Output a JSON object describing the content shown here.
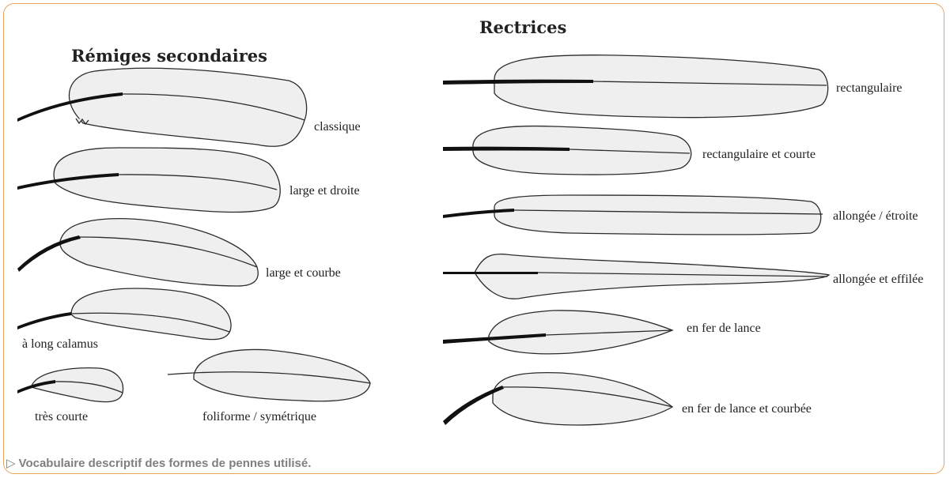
{
  "headings": {
    "left": "Rémiges secondaires",
    "right": "Rectrices"
  },
  "remiges": [
    {
      "label": "classique",
      "icon": "feather-classic-icon"
    },
    {
      "label": "large et droite",
      "icon": "feather-broad-straight-icon"
    },
    {
      "label": "large et courbe",
      "icon": "feather-broad-curved-icon"
    },
    {
      "label": "à long calamus",
      "icon": "feather-long-calamus-icon"
    },
    {
      "label": "très courte",
      "icon": "feather-very-short-icon"
    },
    {
      "label": "foliforme / symétrique",
      "icon": "feather-leaf-shaped-icon"
    }
  ],
  "rectrices": [
    {
      "label": "rectangulaire",
      "icon": "feather-rectangular-icon"
    },
    {
      "label": "rectangulaire et courte",
      "icon": "feather-rectangular-short-icon"
    },
    {
      "label": "allongée / étroite",
      "icon": "feather-elongated-narrow-icon"
    },
    {
      "label": "allongée et effilée",
      "icon": "feather-elongated-tapered-icon"
    },
    {
      "label": "en fer de lance",
      "icon": "feather-spearhead-icon"
    },
    {
      "label": "en fer de lance et courbée",
      "icon": "feather-spearhead-curved-icon"
    }
  ],
  "caption": {
    "symbol": "▷",
    "text": "Vocabulaire descriptif des formes de pennes utilisé."
  },
  "colors": {
    "frame_border": "#e9a25a",
    "vane_fill": "#efefef",
    "outline": "#2b2b2b",
    "caption_text": "#7f7f7f"
  }
}
